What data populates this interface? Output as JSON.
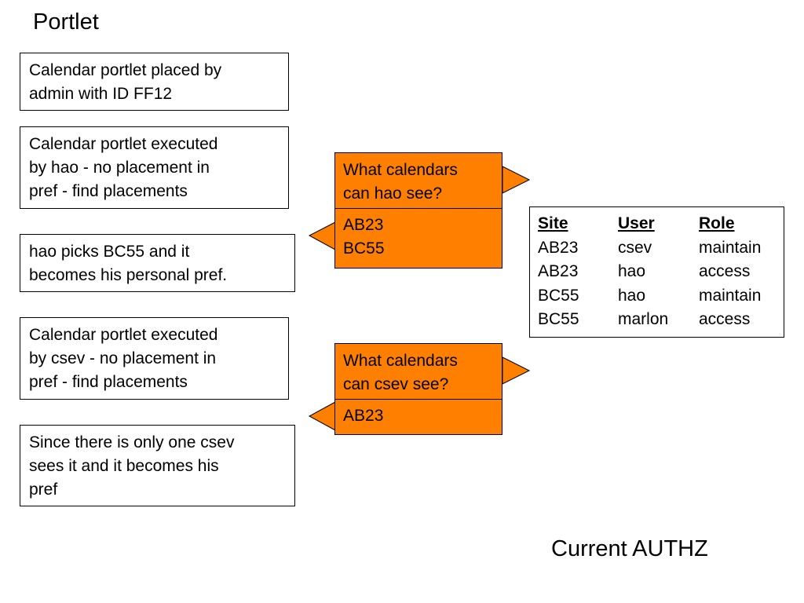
{
  "title": "Portlet",
  "notes": [
    {
      "lines": [
        "Calendar portlet placed by",
        "admin with ID FF12"
      ]
    },
    {
      "lines": [
        "Calendar portlet executed",
        "by hao - no placement in",
        "pref - find placements"
      ]
    },
    {
      "lines": [
        "hao picks BC55 and it",
        "becomes his personal pref."
      ]
    },
    {
      "lines": [
        "Calendar portlet executed",
        "by csev - no placement in",
        "pref - find placements"
      ]
    },
    {
      "lines": [
        "Since there is only one csev",
        "sees it and it becomes his",
        "pref"
      ]
    }
  ],
  "queries": [
    {
      "question": [
        "What calendars",
        "can hao see?"
      ],
      "answers": [
        "AB23",
        "BC55"
      ]
    },
    {
      "question": [
        "What calendars",
        "can csev see?"
      ],
      "answers": [
        "AB23"
      ]
    }
  ],
  "authz_table": {
    "headers": [
      "Site",
      "User",
      "Role"
    ],
    "rows": [
      [
        "AB23",
        "csev",
        "maintain"
      ],
      [
        "AB23",
        "hao",
        "access"
      ],
      [
        "BC55",
        "hao",
        "maintain"
      ],
      [
        "BC55",
        "marlon",
        "access"
      ]
    ]
  },
  "footer": "Current AUTHZ",
  "colors": {
    "query_fill": "#ff7f00",
    "border": "#000000",
    "background": "#ffffff"
  }
}
